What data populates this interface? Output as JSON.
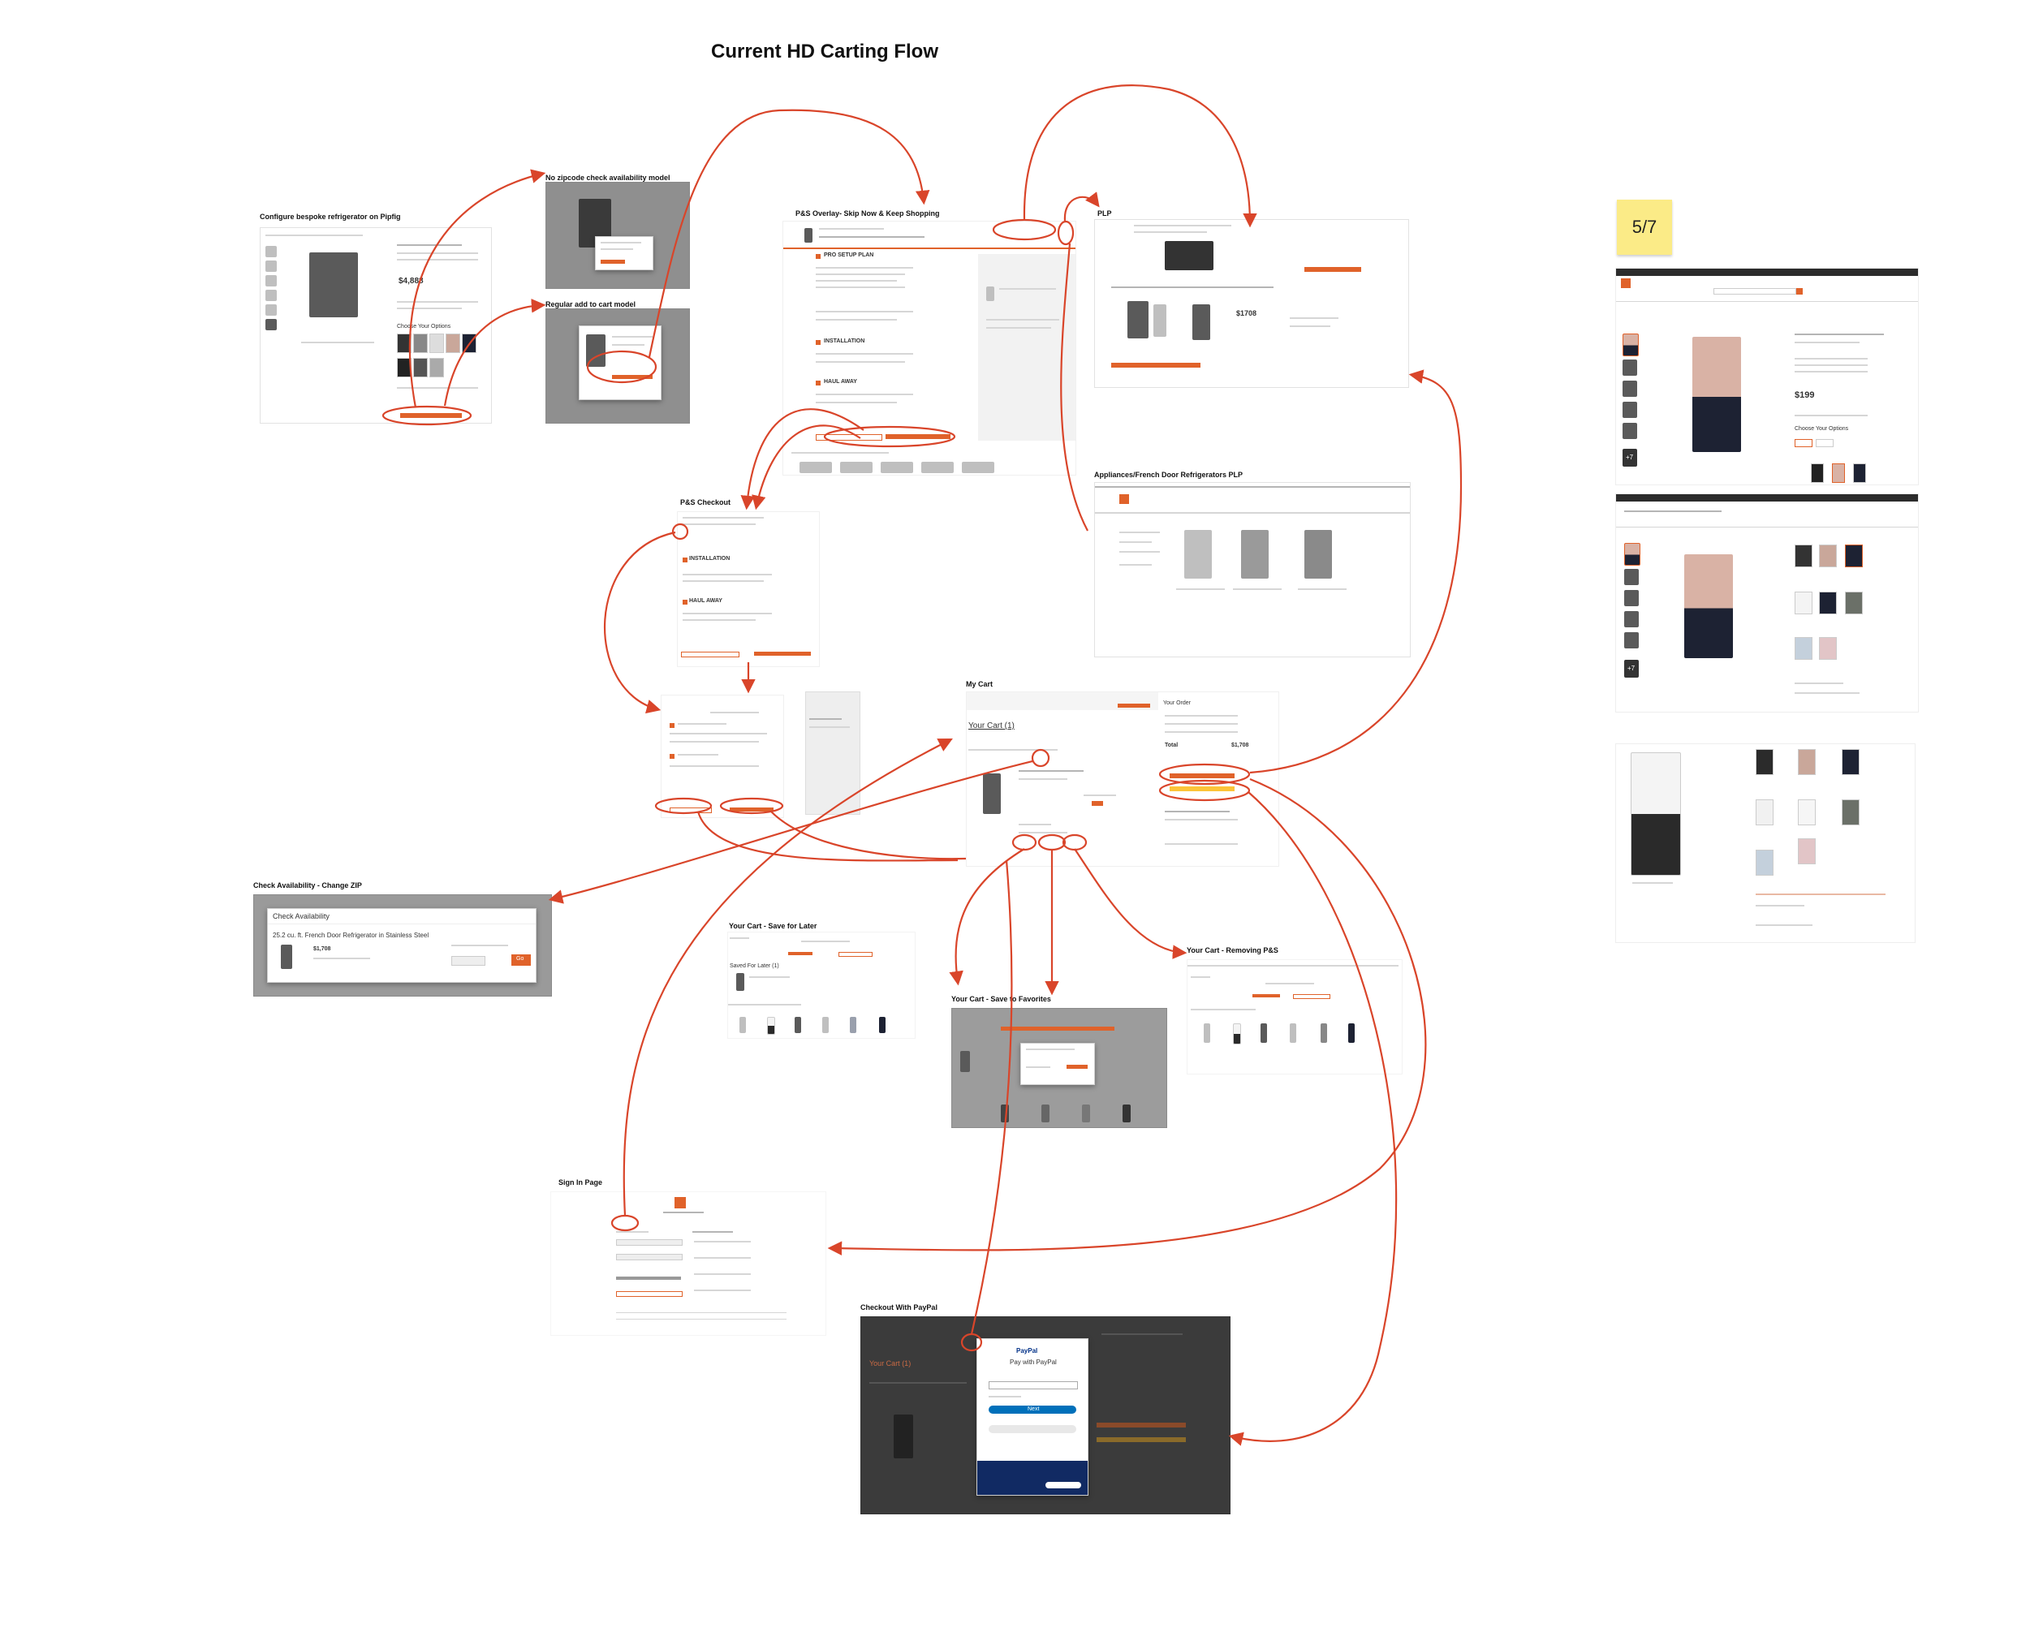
{
  "diagram": {
    "title": "Current HD Carting Flow",
    "page_indicator": "5/7",
    "screens": {
      "configure": "Configure bespoke refrigerator on Pipfig",
      "no_zip": "No zipcode check availability model",
      "regular_atc": "Regular add to cart model",
      "ps_overlay": "P&S Overlay- Skip Now & Keep Shopping",
      "plp": "PLP",
      "appliances_plp": "Appliances/French Door Refrigerators PLP",
      "ps_checkout": "P&S Checkout",
      "my_cart": "My Cart",
      "check_availability": "Check Availability - Change ZIP",
      "save_later": "Your Cart - Save for Later",
      "save_favorites": "Your Cart - Save to Favorites",
      "removing_ps": "Your Cart - Removing P&S",
      "sign_in": "Sign In Page",
      "paypal": "Checkout With PayPal"
    },
    "ui_text": {
      "check_availability_modal_title": "Check Availability",
      "check_availability_product": "25.2 cu. ft. French Door Refrigerator in Stainless Steel",
      "check_availability_price": "$1,708",
      "price_configure": "$4,888",
      "price_pdp": "$199",
      "price_plp": "$1708",
      "your_cart": "Your Cart (1)",
      "your_order": "Your Order",
      "total_label": "Total",
      "total_value": "$1,708",
      "choose_options": "Choose Your Options",
      "save_for_later": "Saved For Later (1)",
      "paypal_title": "Pay with PayPal",
      "paypal_logo": "PayPal",
      "next": "Next",
      "ps_pro": "PRO SETUP PLAN",
      "ps_install": "INSTALLATION",
      "ps_haul": "HAUL AWAY",
      "plus7": "+7",
      "go": "Go"
    },
    "colors": {
      "accent": "#e0622a",
      "connector": "#d9452a",
      "sticky": "#fbeb87",
      "paypal": "#0070ba"
    }
  }
}
